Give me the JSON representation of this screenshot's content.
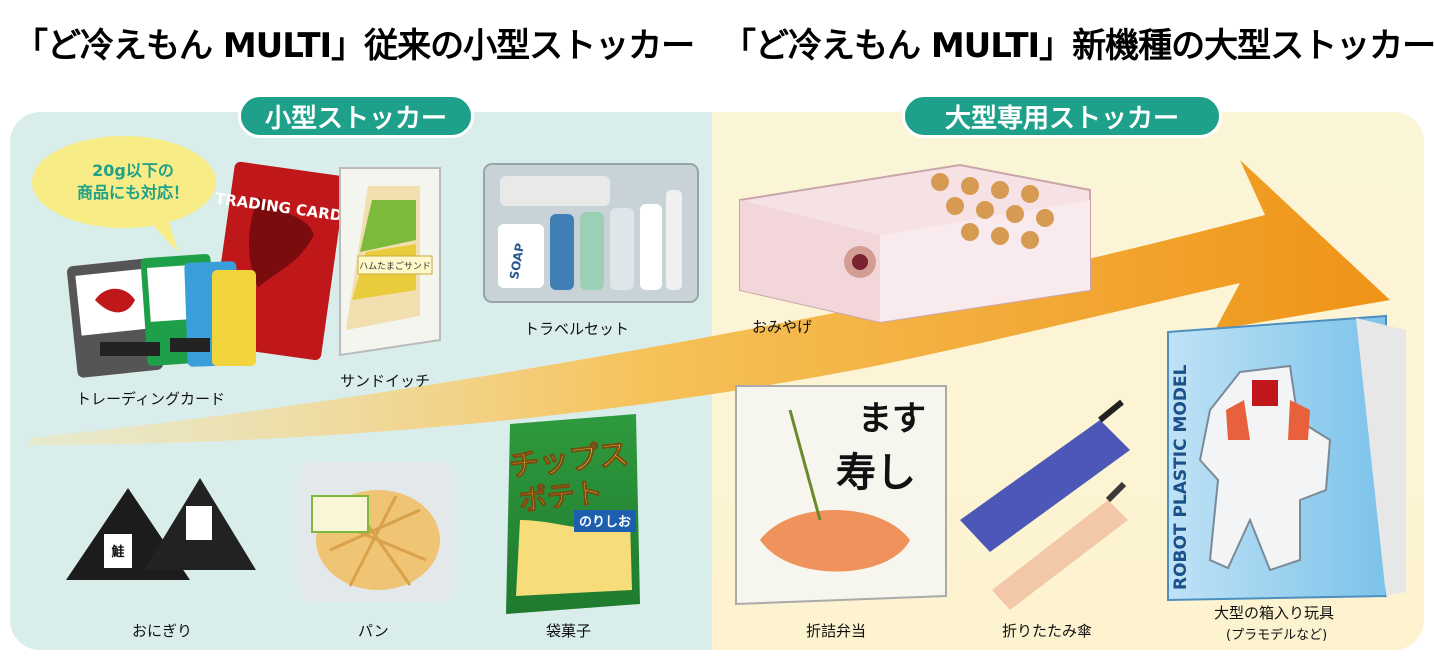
{
  "headline": {
    "left": "「ど冷えもん MULTI」従来の小型ストッカー",
    "right": "「ど冷えもん MULTI」新機種の大型ストッカー"
  },
  "panels": {
    "left_label": "小型ストッカー",
    "right_label": "大型専用ストッカー"
  },
  "bubble": {
    "line1": "20g以下の",
    "line2": "商品にも対応！"
  },
  "items": {
    "trading_card": "トレーディングカード",
    "trading_card_pack": "TRADING CARD",
    "sandwich": "サンドイッチ",
    "sandwich_label": "ハムたまごサンド",
    "travel_set": "トラベルセット",
    "soap": "SOAP",
    "onigiri": "おにぎり",
    "onigiri_label": "鮭",
    "pan": "パン",
    "snack": "袋菓子",
    "snack_name_1": "チップス",
    "snack_name_2": "ポテト",
    "snack_flavor": "のりしお",
    "omiyage": "おみやげ",
    "bento": "折詰弁当",
    "bento_text_1": "ます",
    "bento_text_2": "寿し",
    "umbrella": "折りたたみ傘",
    "toy_line1": "大型の箱入り玩具",
    "toy_line2": "(プラモデルなど)",
    "toy_box_text": "ROBOT PLASTIC MODEL"
  },
  "colors": {
    "accent_green": "#1ea08a",
    "left_panel": "#d9eeea",
    "right_panel": "#fbf5d8",
    "arrow_orange": "#f29a1a"
  }
}
